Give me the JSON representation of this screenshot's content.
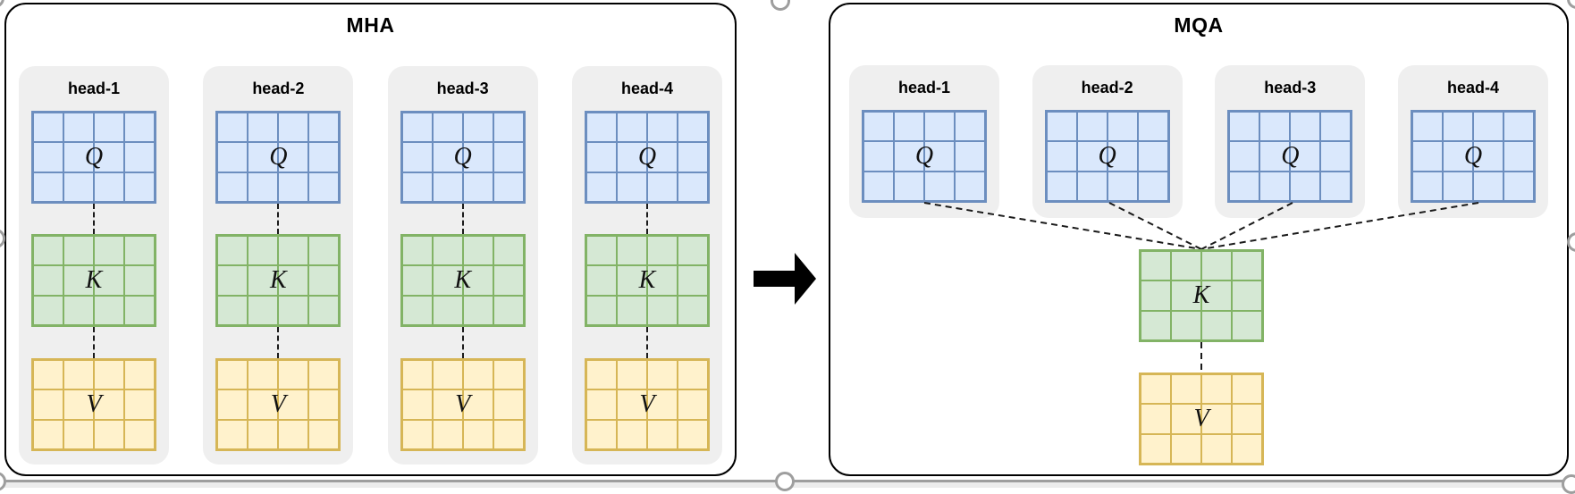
{
  "diagram": {
    "grid": {
      "rows": 3,
      "cols": 4
    },
    "colors": {
      "q_fill": "#dae8fc",
      "q_stroke": "#6c8ebf",
      "k_fill": "#d5e8d4",
      "k_stroke": "#82b366",
      "v_fill": "#fff2cc",
      "v_stroke": "#d6b656",
      "head_card_bg": "#efefef",
      "connector": "#1a1a1a",
      "panel_border": "#000000",
      "handle_gray": "#9e9e9e",
      "arrow_color": "#000000"
    },
    "left_panel": {
      "title": "MHA",
      "heads": [
        {
          "label": "head-1",
          "q": "Q",
          "k": "K",
          "v": "V"
        },
        {
          "label": "head-2",
          "q": "Q",
          "k": "K",
          "v": "V"
        },
        {
          "label": "head-3",
          "q": "Q",
          "k": "K",
          "v": "V"
        },
        {
          "label": "head-4",
          "q": "Q",
          "k": "K",
          "v": "V"
        }
      ]
    },
    "right_panel": {
      "title": "MQA",
      "heads": [
        {
          "label": "head-1",
          "q": "Q"
        },
        {
          "label": "head-2",
          "q": "Q"
        },
        {
          "label": "head-3",
          "q": "Q"
        },
        {
          "label": "head-4",
          "q": "Q"
        }
      ],
      "shared_k": "K",
      "shared_v": "V"
    }
  }
}
